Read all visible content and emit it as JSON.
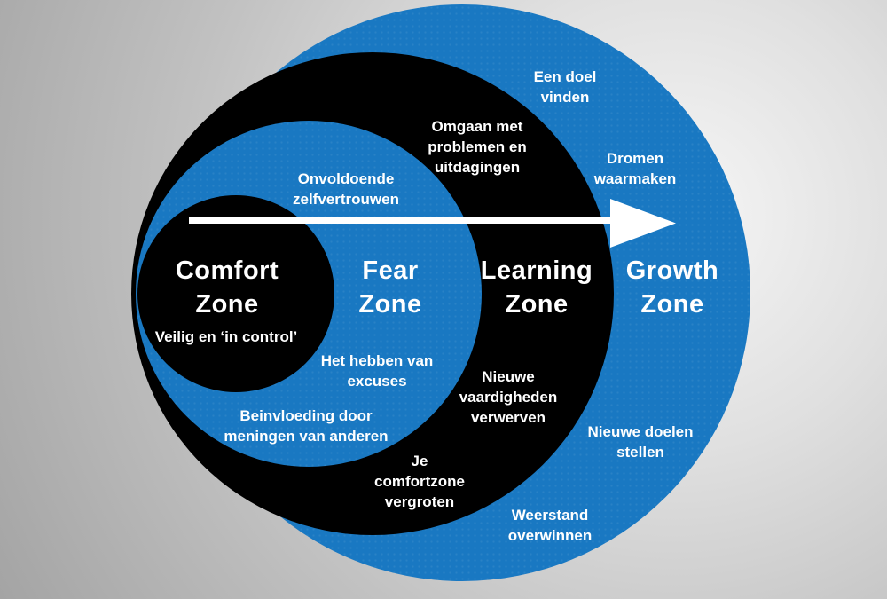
{
  "colors": {
    "blue": "#1978c2",
    "black": "#000000",
    "text": "#ffffff"
  },
  "zones": [
    {
      "name": "comfort",
      "title": "Comfort Zone",
      "labels": [
        "Veilig en ‘in control’"
      ]
    },
    {
      "name": "fear",
      "title": "Fear Zone",
      "labels": [
        "Onvoldoende zelfvertrouwen",
        "Het hebben van excuses",
        "Beinvloeding door meningen van anderen"
      ]
    },
    {
      "name": "learning",
      "title": "Learning Zone",
      "labels": [
        "Omgaan met problemen en uitdagingen",
        "Nieuwe vaardigheden verwerven",
        "Je comfortzone vergroten"
      ]
    },
    {
      "name": "growth",
      "title": "Growth Zone",
      "labels": [
        "Een doel vinden",
        "Dromen waarmaken",
        "Nieuwe doelen stellen",
        "Weerstand overwinnen"
      ]
    }
  ],
  "arrow": {
    "direction": "right"
  }
}
